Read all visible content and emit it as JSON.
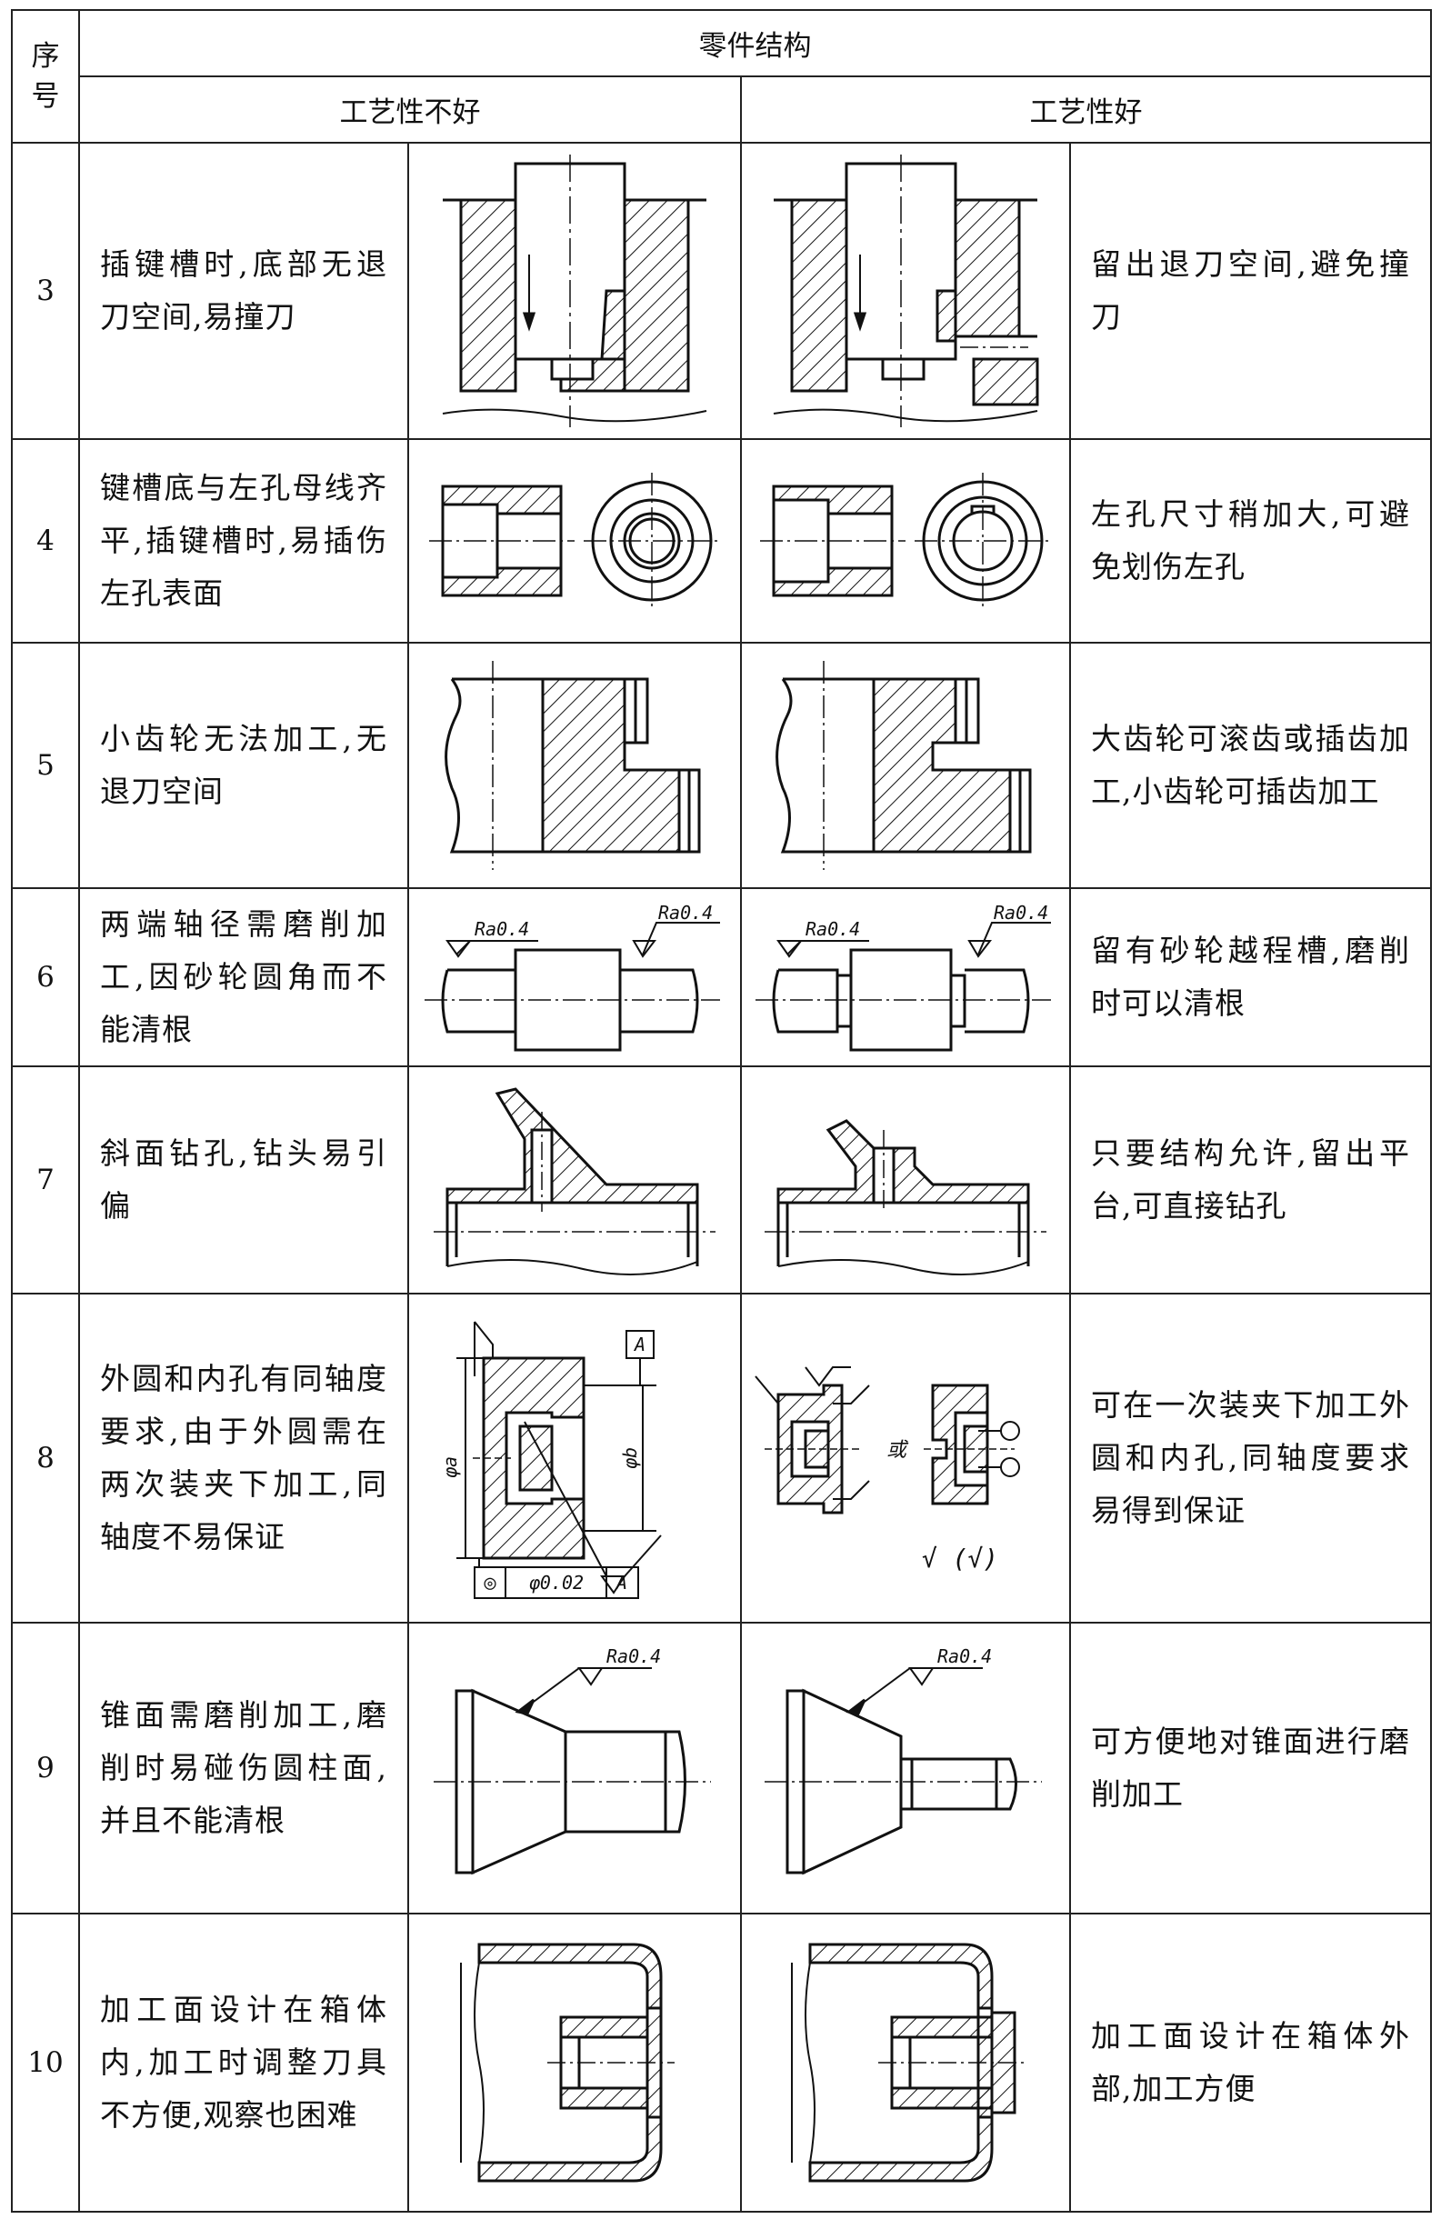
{
  "table": {
    "header": {
      "seq_label": "序号",
      "structure_label": "零件结构",
      "bad_label": "工艺性不好",
      "good_label": "工艺性好"
    },
    "rows": [
      {
        "no": "3",
        "bad_text": "插键槽时,底部无退刀空间,易撞刀",
        "good_text": "留出退刀空间,避免撞刀",
        "bad_icon": "keyway-no-relief-drawing",
        "good_icon": "keyway-with-relief-drawing"
      },
      {
        "no": "4",
        "bad_text": "键槽底与左孔母线齐平,插键槽时,易插伤左孔表面",
        "good_text": "左孔尺寸稍加大,可避免划伤左孔",
        "bad_icon": "bore-flush-keyway-drawing",
        "good_icon": "bore-enlarged-drawing"
      },
      {
        "no": "5",
        "bad_text": "小齿轮无法加工,无退刀空间",
        "good_text": "大齿轮可滚齿或插齿加工,小齿轮可插齿加工",
        "bad_icon": "gear-no-relief-drawing",
        "good_icon": "gear-with-relief-drawing"
      },
      {
        "no": "6",
        "bad_text": "两端轴径需磨削加工,因砂轮圆角而不能清根",
        "good_text": "留有砂轮越程槽,磨削时可以清根",
        "bad_icon": "shaft-no-groove-drawing",
        "good_icon": "shaft-with-groove-drawing"
      },
      {
        "no": "7",
        "bad_text": "斜面钻孔,钻头易引偏",
        "good_text": "只要结构允许,留出平台,可直接钻孔",
        "bad_icon": "inclined-drilling-drawing",
        "good_icon": "platform-drilling-drawing"
      },
      {
        "no": "8",
        "bad_text": "外圆和内孔有同轴度要求,由于外圆需在两次装夹下加工,同轴度不易保证",
        "good_text": "可在一次装夹下加工外圆和内孔,同轴度要求易得到保证",
        "bad_icon": "coaxial-two-setups-drawing",
        "good_icon": "coaxial-one-setup-drawing"
      },
      {
        "no": "9",
        "bad_text": "锥面需磨削加工,磨削时易碰伤圆柱面,并且不能清根",
        "good_text": "可方便地对锥面进行磨削加工",
        "bad_icon": "cone-grinding-bad-drawing",
        "good_icon": "cone-grinding-good-drawing"
      },
      {
        "no": "10",
        "bad_text": "加工面设计在箱体内,加工时调整刀具不方便,观察也困难",
        "good_text": "加工面设计在箱体外部,加工方便",
        "bad_icon": "box-inner-face-drawing",
        "good_icon": "box-outer-face-drawing"
      }
    ]
  },
  "annotations": {
    "roughness": "Ra0.4",
    "datum": "A",
    "dia_a": "φa",
    "dia_b": "φb",
    "coaxiality_symbol": "◎",
    "coaxiality_value": "φ0.02",
    "coaxiality_datum": "A",
    "or_label": "或",
    "finish_note": "√ (√)"
  }
}
